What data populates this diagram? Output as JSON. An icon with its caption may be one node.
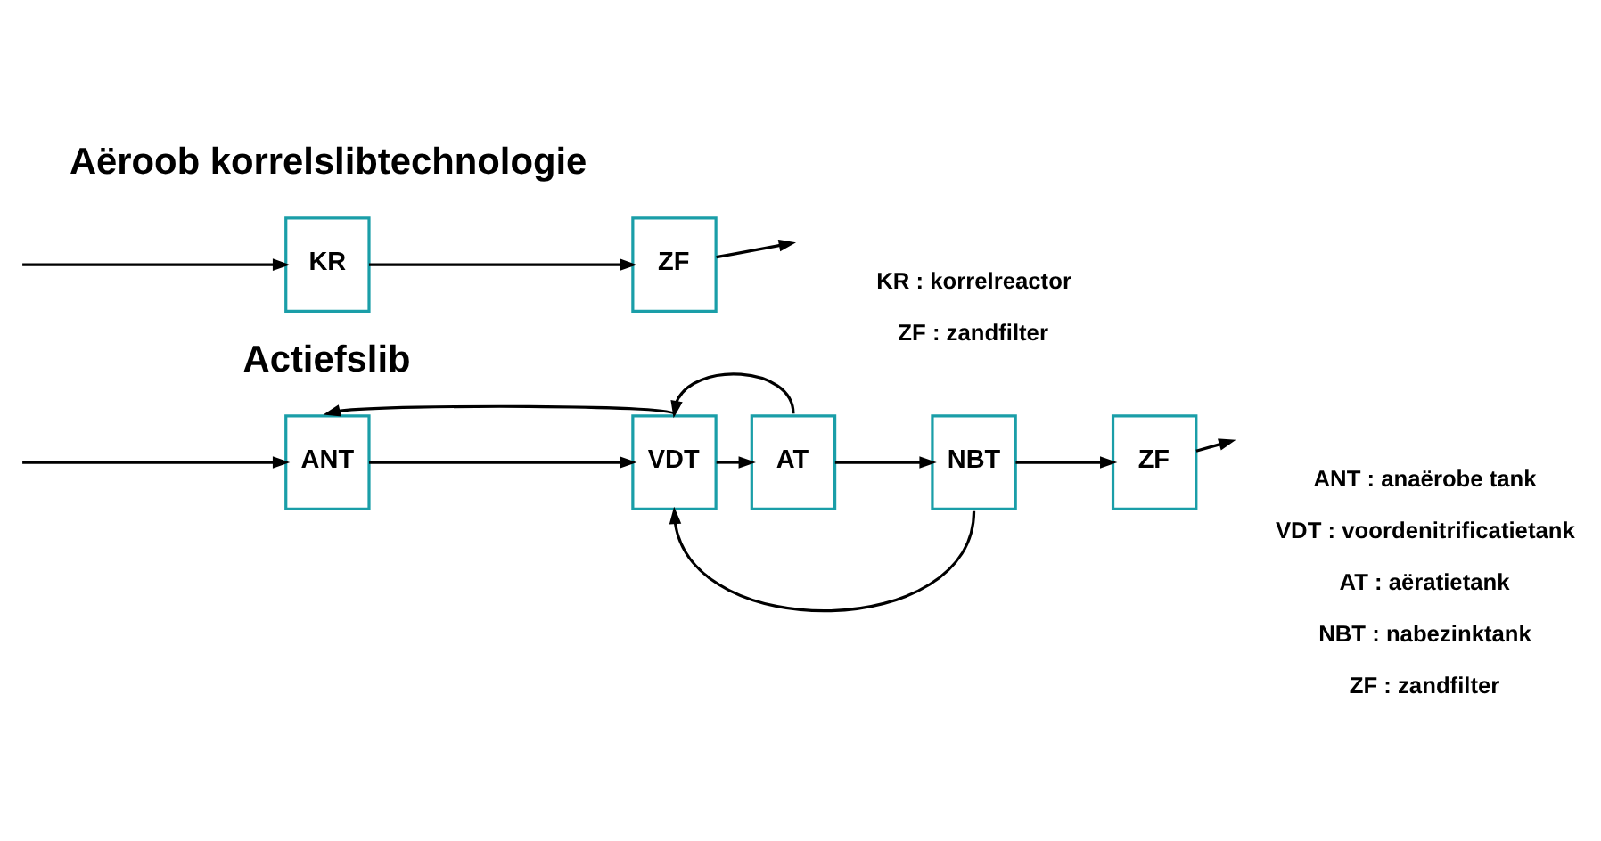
{
  "diagram": {
    "nodes": [
      {
        "text": [
          "ANT"
        ]
      },
      {
        "text": [
          "VDT"
        ]
      },
      {
        "text": [
          "AT"
        ]
      },
      {
        "text": [
          "NBT"
        ]
      },
      {
        "text": [
          "ZF"
        ]
      },
      {
        "text": [
          "KR"
        ]
      },
      {
        "text": [
          "ZF"
        ]
      }
    ],
    "edges": [
      {
        "from": null,
        "to": 0,
        "arrow": "to"
      },
      {
        "from": 0,
        "to": 1,
        "arrow": "to"
      },
      {
        "from": 1,
        "to": 2,
        "arrow": "to"
      },
      {
        "from": 2,
        "to": 3,
        "arrow": "to"
      },
      {
        "from": 3,
        "to": 4,
        "arrow": "to"
      },
      {
        "from": 4,
        "to": null,
        "arrow": "to"
      },
      {
        "from": 1,
        "to": 0,
        "arrow": "to"
      },
      {
        "from": 2,
        "to": 1,
        "arrow": "to"
      },
      {
        "from": 3,
        "to": 1,
        "arrow": "to"
      },
      {
        "from": null,
        "to": 5,
        "arrow": "to"
      },
      {
        "from": 5,
        "to": 6,
        "arrow": "to"
      },
      {
        "from": 6,
        "to": null,
        "arrow": "to"
      }
    ],
    "labels": [
      "Actiefslib",
      "ANT : anaërobe tank",
      "VDT : voordenitrificatietank",
      "AT : aëratietank",
      "NBT : nabezinktank",
      "ZF : zandfilter",
      "Aëroob korrelslibtechnologie",
      "KR : korrelreactor",
      "ZF : zandfilter"
    ]
  }
}
